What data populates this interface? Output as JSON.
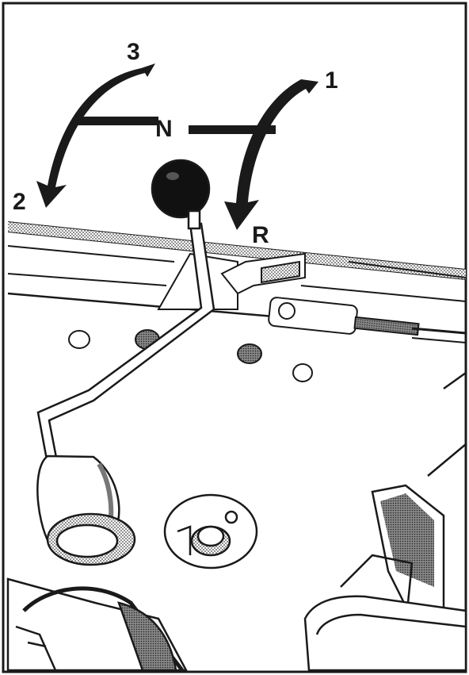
{
  "labels": {
    "gear_3": "3",
    "gear_1": "1",
    "neutral": "N",
    "gear_2": "2",
    "reverse": "R"
  },
  "colors": {
    "ink": "#1a1a1a",
    "paper": "#ffffff",
    "hatch": "#9a9a9a"
  }
}
